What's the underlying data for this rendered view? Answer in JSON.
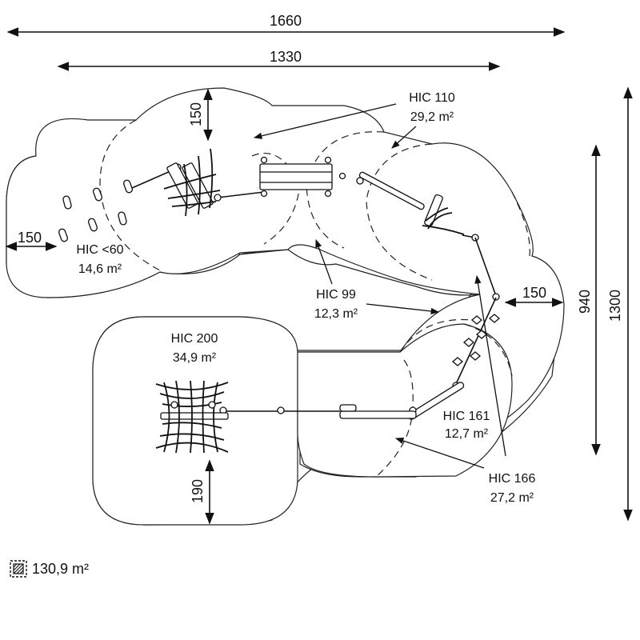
{
  "dimensions": {
    "width_outer": "1660",
    "width_inner": "1330",
    "depth_right": "940",
    "depth_outer": "1300",
    "margin_top": "150",
    "margin_left": "150",
    "margin_right": "150",
    "margin_bottom": "190"
  },
  "zones": [
    {
      "hic": "HIC 110",
      "area": "29,2 m²"
    },
    {
      "hic": "HIC <60",
      "area": "14,6 m²"
    },
    {
      "hic": "HIC 99",
      "area": "12,3 m²"
    },
    {
      "hic": "HIC 200",
      "area": "34,9 m²"
    },
    {
      "hic": "HIC 161",
      "area": "12,7 m²"
    },
    {
      "hic": "HIC 166",
      "area": "27,2 m²"
    }
  ],
  "legend": {
    "icon": "hatched-area-icon",
    "total_area": "130,9 m²"
  }
}
